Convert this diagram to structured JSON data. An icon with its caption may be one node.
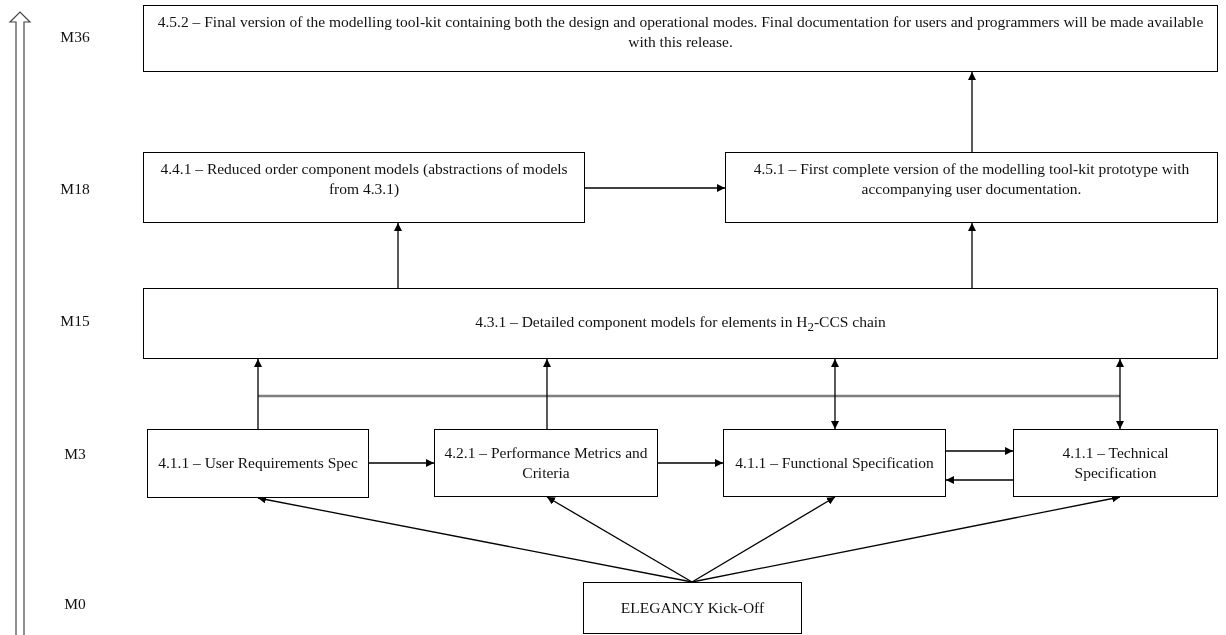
{
  "diagram": {
    "nodes": [
      {
        "text": [
          "4.5.2 – Final version of the modelling tool-kit containing both the design and operational modes. Final documentation for users and programmers will be made available with this release."
        ]
      },
      {
        "text": [
          "4.4.1 – Reduced order component models (abstractions of models from 4.3.1)"
        ]
      },
      {
        "text": [
          "4.5.1 – First complete version of the modelling tool-kit prototype with accompanying user documentation."
        ]
      },
      {
        "text": [
          "4.3.1 – Detailed component models for elements in H$_{2}$-CCS chain"
        ]
      },
      {
        "text": [
          "4.1.1 – User Requirements Spec"
        ]
      },
      {
        "text": [
          "4.2.1 – Performance Metrics and Criteria"
        ]
      },
      {
        "text": [
          "4.1.1 – Functional Specification"
        ]
      },
      {
        "text": [
          "4.1.1 – Technical Specification"
        ]
      },
      {
        "text": [
          "ELEGANCY Kick-Off"
        ]
      }
    ],
    "edges": [
      {
        "from": 1,
        "to": 2,
        "arrow": "to"
      },
      {
        "from": 2,
        "to": 0,
        "arrow": "to"
      },
      {
        "from": 3,
        "to": 1,
        "arrow": "to"
      },
      {
        "from": 3,
        "to": 2,
        "arrow": "to"
      },
      {
        "from": 4,
        "to": 3,
        "arrow": "to"
      },
      {
        "from": 5,
        "to": 3,
        "arrow": "to"
      },
      {
        "from": 6,
        "to": 3,
        "arrow": "both"
      },
      {
        "from": 7,
        "to": 3,
        "arrow": "both"
      },
      {
        "from": 4,
        "to": 5,
        "arrow": "to"
      },
      {
        "from": 5,
        "to": 6,
        "arrow": "to"
      },
      {
        "from": 6,
        "to": 7,
        "arrow": "to"
      },
      {
        "from": 7,
        "to": 6,
        "arrow": "to"
      },
      {
        "from": 8,
        "to": 4,
        "arrow": "to"
      },
      {
        "from": 8,
        "to": 5,
        "arrow": "to"
      },
      {
        "from": 8,
        "to": 6,
        "arrow": "to"
      },
      {
        "from": 8,
        "to": 7,
        "arrow": "to"
      }
    ],
    "labels": [
      "M36",
      "M18",
      "M15",
      "M3",
      "M0"
    ]
  }
}
